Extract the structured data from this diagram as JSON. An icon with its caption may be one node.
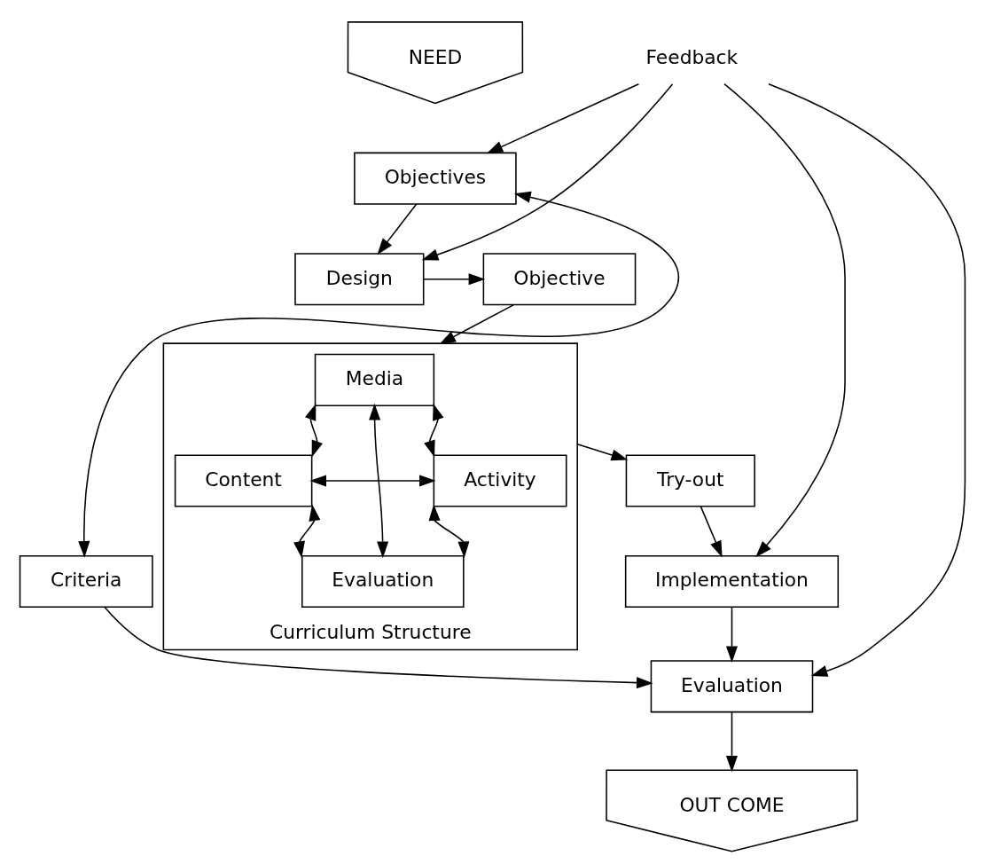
{
  "diagram": {
    "nodes": [
      {
        "text": [
          "NEED"
        ]
      },
      {
        "text": [
          "Objectives"
        ]
      },
      {
        "text": [
          "Design"
        ]
      },
      {
        "text": [
          "Objective"
        ]
      },
      {
        "text": [
          "Curriculum Structure"
        ]
      },
      {
        "text": [
          "Media"
        ],
        "in": 4
      },
      {
        "text": [
          "Content"
        ],
        "in": 4
      },
      {
        "text": [
          "Activity"
        ],
        "in": 4
      },
      {
        "text": [
          "Evaluation"
        ],
        "in": 4
      },
      {
        "text": [
          "Try-out"
        ]
      },
      {
        "text": [
          "Implementation"
        ]
      },
      {
        "text": [
          "Evaluation"
        ]
      },
      {
        "text": [
          "Criteria"
        ]
      },
      {
        "text": [
          "OUT COME"
        ]
      },
      {
        "text": [
          "Feedback"
        ]
      }
    ],
    "edges": [
      {
        "from": 1,
        "to": 2,
        "arrow": "to"
      },
      {
        "from": 2,
        "to": 3,
        "arrow": "to"
      },
      {
        "from": 3,
        "to": 4,
        "arrow": "to"
      },
      {
        "from": 5,
        "to": 6,
        "arrow": "both"
      },
      {
        "from": 5,
        "to": 7,
        "arrow": "both"
      },
      {
        "from": 5,
        "to": 8,
        "arrow": "both"
      },
      {
        "from": 6,
        "to": 7,
        "arrow": "both"
      },
      {
        "from": 6,
        "to": 8,
        "arrow": "both"
      },
      {
        "from": 8,
        "to": 7,
        "arrow": "both"
      },
      {
        "from": 4,
        "to": 9,
        "arrow": "to"
      },
      {
        "from": 9,
        "to": 10,
        "arrow": "to"
      },
      {
        "from": 10,
        "to": 11,
        "arrow": "to"
      },
      {
        "from": 12,
        "to": 11,
        "arrow": "to"
      },
      {
        "from": 11,
        "to": 13,
        "arrow": "to"
      },
      {
        "from": 1,
        "to": 12,
        "arrow": "both"
      },
      {
        "from": 14,
        "to": 1,
        "arrow": "to"
      },
      {
        "from": 14,
        "to": 2,
        "arrow": "to"
      },
      {
        "from": 14,
        "to": 10,
        "arrow": "to"
      },
      {
        "from": 14,
        "to": 11,
        "arrow": "to"
      }
    ]
  }
}
